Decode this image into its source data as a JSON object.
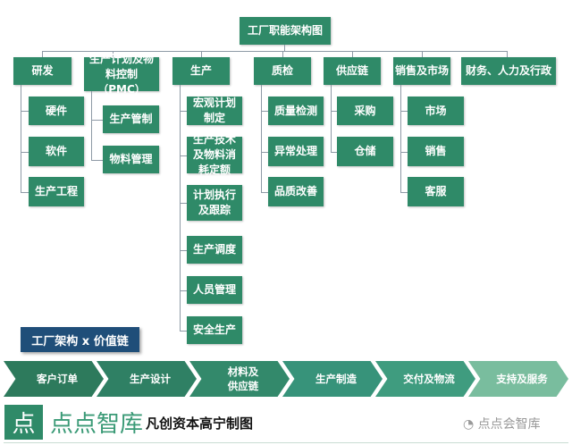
{
  "root": "工厂职能架构图",
  "departments": [
    {
      "label": "研发",
      "children": [
        "硬件",
        "软件",
        "生产工程"
      ]
    },
    {
      "label": "生产计划及物料控制（PMC）",
      "children": [
        "生产管制",
        "物料管理"
      ]
    },
    {
      "label": "生产",
      "children": [
        "宏观计划制定",
        "生产技术及物料消耗定额",
        "计划执行及跟踪",
        "生产调度",
        "人员管理",
        "安全生产"
      ]
    },
    {
      "label": "质检",
      "children": [
        "质量检测",
        "异常处理",
        "品质改善"
      ]
    },
    {
      "label": "供应链",
      "children": [
        "采购",
        "仓储"
      ]
    },
    {
      "label": "销售及市场",
      "children": [
        "市场",
        "销售",
        "客服"
      ]
    },
    {
      "label": "财务、人力及行政",
      "children": []
    }
  ],
  "banner": "工厂架构 x 价值链",
  "value_chain": [
    "客户订单",
    "生产设计",
    "材料及供应链",
    "生产制造",
    "交付及物流",
    "支持及服务"
  ],
  "colors": {
    "box": "#2f8a68",
    "banner": "#1f4e79",
    "chain": [
      "#2d7a5c",
      "#2f8064",
      "#33896b",
      "#37937a",
      "#3f9c7f",
      "#79bd9e"
    ]
  },
  "footer": {
    "logo_char": "点",
    "brand": "点点智库",
    "credit": "凡创资本高宁制图",
    "watermark": "点点会智库"
  }
}
